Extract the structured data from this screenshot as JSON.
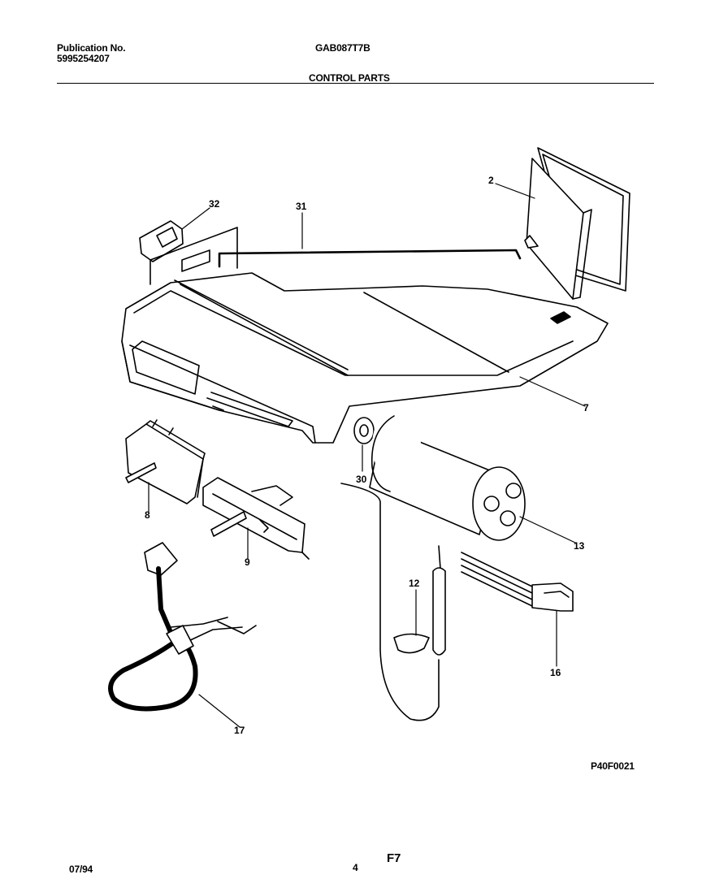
{
  "header": {
    "publication_label": "Publication No.",
    "publication_number": "5995254207",
    "model": "GAB087T7B",
    "section_title": "CONTROL PARTS"
  },
  "callouts": [
    "2",
    "31",
    "32",
    "7",
    "30",
    "13",
    "8",
    "9",
    "12",
    "16",
    "17"
  ],
  "figure_code": "P40F0021",
  "footer": {
    "date": "07/94",
    "page": "4",
    "figure": "F7"
  }
}
